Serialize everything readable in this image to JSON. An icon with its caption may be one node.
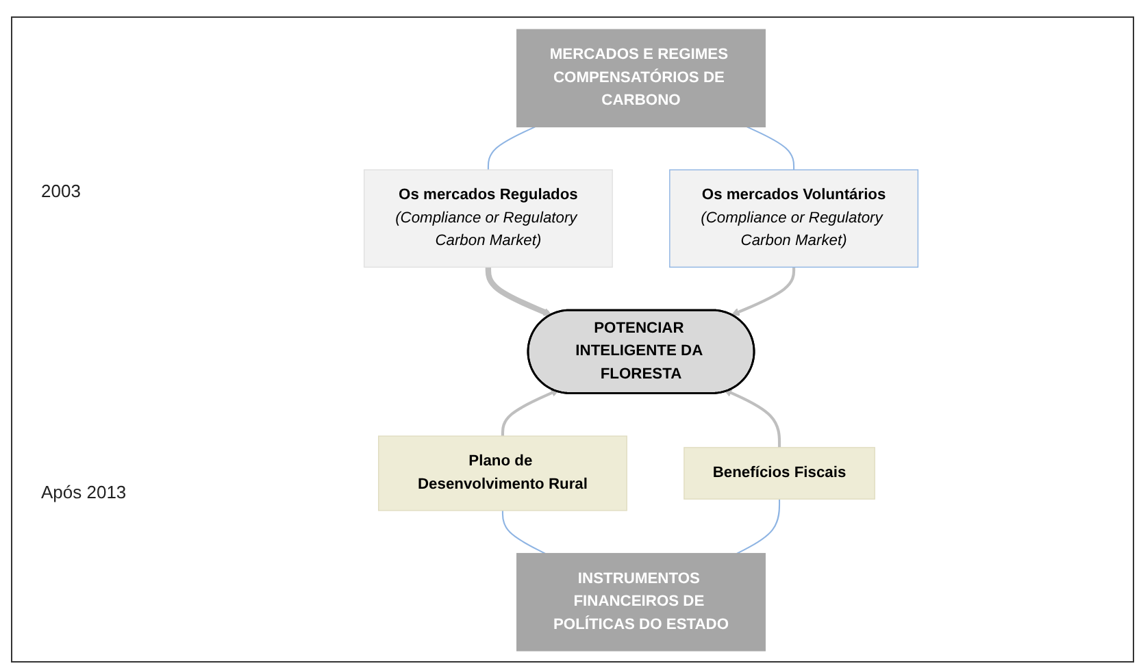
{
  "diagram": {
    "nodes": [
      {
        "text": [
          "MERCADOS E REGIMES COMPENSATÓRIOS DE CARBONO"
        ]
      },
      {
        "text": [
          "Os mercados Regulados",
          "(Compliance or Regulatory Carbon Market)"
        ]
      },
      {
        "text": [
          "Os mercados Voluntários",
          "(Compliance or Regulatory Carbon Market)"
        ]
      },
      {
        "text": [
          "POTENCIAR INTELIGENTE DA FLORESTA"
        ]
      },
      {
        "text": [
          "Plano de Desenvolvimento Rural"
        ]
      },
      {
        "text": [
          "Benefícios Fiscais"
        ]
      },
      {
        "text": [
          "INSTRUMENTOS FINANCEIROS DE POLÍTICAS DO ESTADO"
        ]
      }
    ],
    "edges": [
      {
        "from": 0,
        "to": 1,
        "arrow": "none"
      },
      {
        "from": 0,
        "to": 2,
        "arrow": "none"
      },
      {
        "from": 1,
        "to": 3,
        "arrow": "to",
        "style": "thick",
        "color": "#bfbfbf"
      },
      {
        "from": 2,
        "to": 3,
        "arrow": "to",
        "color": "#bfbfbf"
      },
      {
        "from": 4,
        "to": 3,
        "arrow": "to",
        "color": "#bfbfbf"
      },
      {
        "from": 5,
        "to": 3,
        "arrow": "to",
        "color": "#bfbfbf"
      },
      {
        "from": 4,
        "to": 6,
        "arrow": "none"
      },
      {
        "from": 5,
        "to": 6,
        "arrow": "none"
      }
    ],
    "labels": [
      "2003",
      "Após 2013"
    ]
  }
}
